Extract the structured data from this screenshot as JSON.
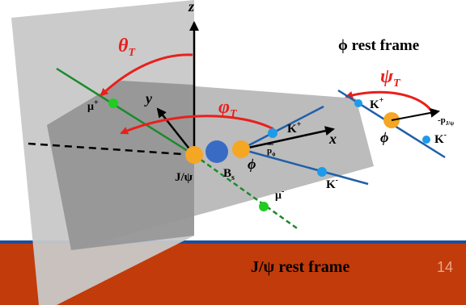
{
  "slide": {
    "page_number": "14",
    "colors": {
      "bottom_band": "#c23b0a",
      "band_top_line": "#1f4e9a",
      "plane": "#c8c8c8",
      "plane_dark": "#8a8a8a",
      "red": "#e8201d",
      "blue": "#1f5fa8",
      "green": "#1a8a2a",
      "orange": "#f5a623",
      "bs_blue": "#3a6bc4",
      "kaon": "#1e9be8",
      "muon": "#22cc22"
    }
  },
  "diagram": {
    "axes": {
      "z": "z",
      "y": "y",
      "x": "x"
    },
    "angles": {
      "theta": "θ",
      "theta_sub": "T",
      "phi": "φ",
      "phi_sub": "T",
      "psi": "ψ",
      "psi_sub": "T"
    },
    "particles": {
      "mu_plus": "μ",
      "mu_plus_sup": "+",
      "mu_minus": "μ",
      "mu_minus_sup": "-",
      "k_plus": "K",
      "k_plus_sup": "+",
      "k_minus": "K",
      "k_minus_sup": "-",
      "jpsi": "J/ψ",
      "bs": "B",
      "bs_sub": "s",
      "phi": "ϕ"
    },
    "momentum_phi": "p",
    "momentum_phi_sub": "ϕ",
    "inset": {
      "title": "ϕ rest frame",
      "k_plus": "K",
      "k_plus_sup": "+",
      "k_minus": "K",
      "k_minus_sup": "-",
      "phi": "ϕ",
      "momentum": "-p",
      "momentum_sub": "J/ψ"
    },
    "frame_label": "J/ψ rest frame"
  }
}
